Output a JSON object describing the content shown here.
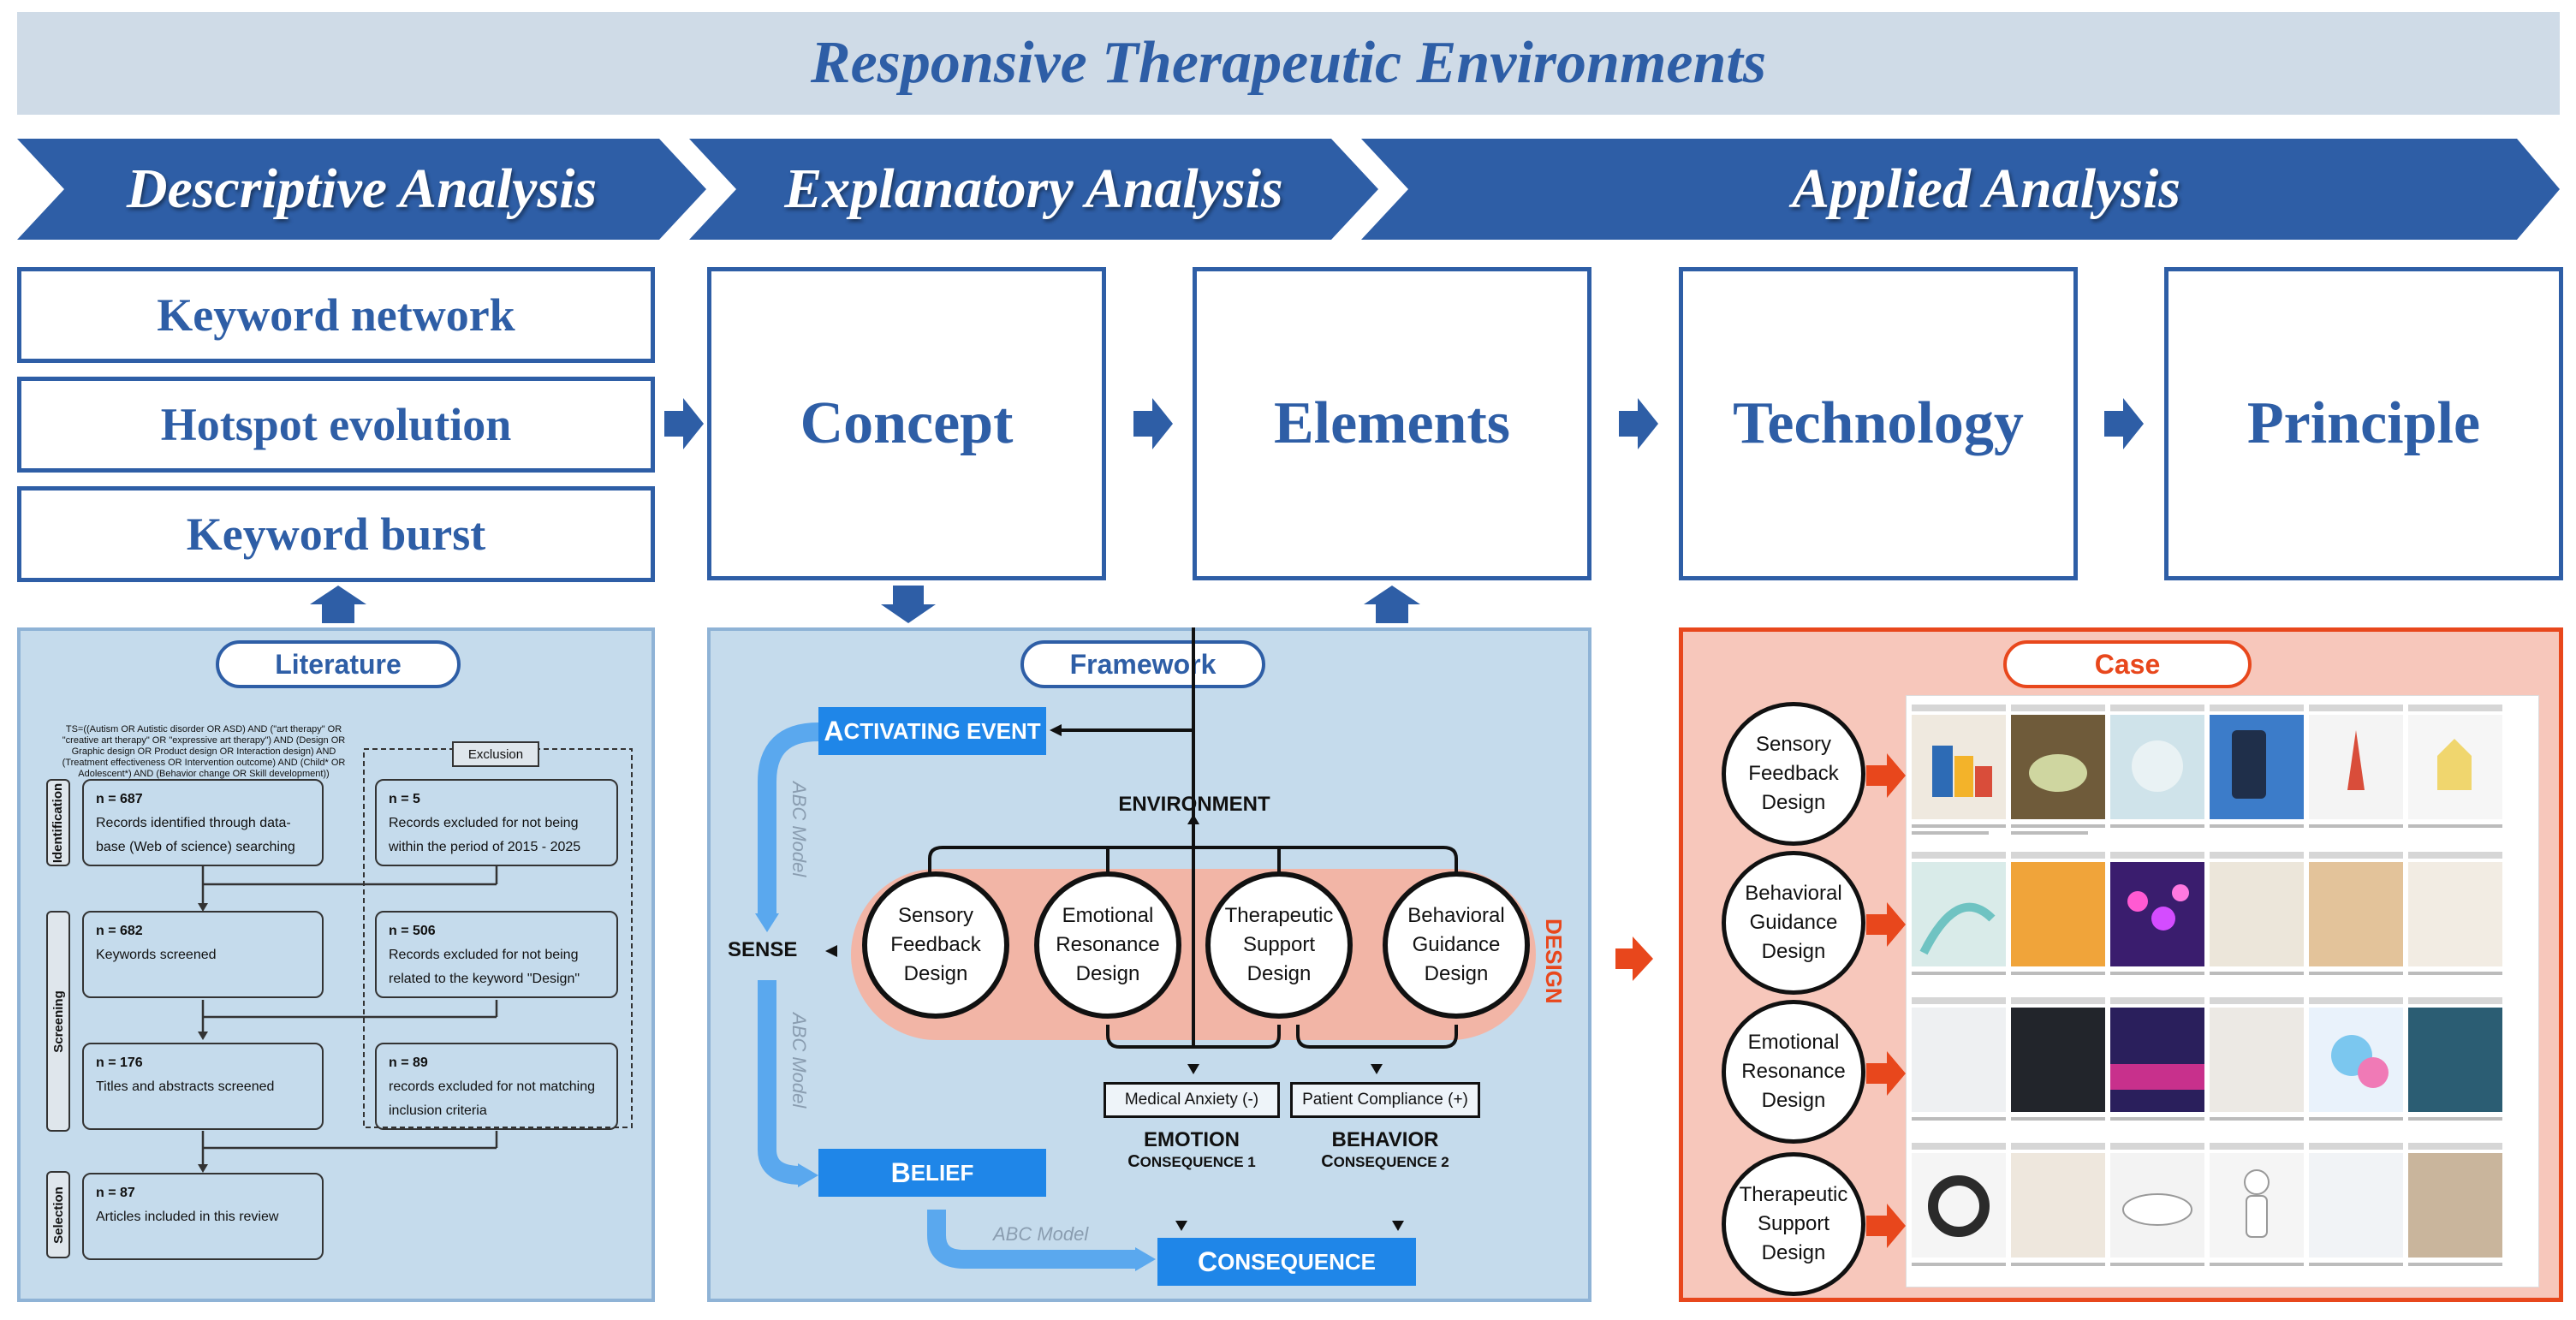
{
  "title": "Responsive Therapeutic Environments",
  "phases": [
    "Descriptive Analysis",
    "Explanatory Analysis",
    "Applied Analysis"
  ],
  "descriptive_boxes": [
    "Keyword network",
    "Hotspot evolution",
    "Keyword burst"
  ],
  "main_boxes": {
    "concept": "Concept",
    "elements": "Elements",
    "technology": "Technology",
    "principle": "Principle"
  },
  "literature": {
    "label": "Literature",
    "query": "TS=((Autism OR Autistic disorder OR ASD) AND (\"art therapy\" OR \"creative art therapy\" OR \"expressive art therapy\") AND (Design OR Graphic design OR Product design OR Interaction design) AND (Treatment effectiveness OR Intervention outcome) AND (Child* OR Adolescent*) AND (Behavior change OR Skill development))",
    "exclusion_label": "Exclusion",
    "stages": [
      "Identification",
      "Screening",
      "Selection"
    ],
    "left_boxes": [
      {
        "n": "n = 687",
        "text": "Records identified through data-base (Web of science) searching"
      },
      {
        "n": "n = 682",
        "text": "Keywords screened"
      },
      {
        "n": "n = 176",
        "text": "Titles and abstracts screened"
      },
      {
        "n": "n = 87",
        "text": "Articles included in this review"
      }
    ],
    "right_boxes": [
      {
        "n": "n = 5",
        "text": "Records excluded for not being within the period of 2015 - 2025"
      },
      {
        "n": "n = 506",
        "text": "Records excluded for not being related to the keyword \"Design\""
      },
      {
        "n": "n = 89",
        "text": "records excluded for not matching inclusion criteria"
      }
    ]
  },
  "framework": {
    "label": "Framework",
    "activating_first": "A",
    "activating_rest": "CTIVATING EVENT",
    "belief_first": "B",
    "belief_rest": "ELIEF",
    "consequence_first": "C",
    "consequence_rest": "ONSEQUENCE",
    "environment": "ENVIRONMENT",
    "sense": "SENSE",
    "design": "DESIGN",
    "abc_model": "ABC Model",
    "circles": [
      [
        "Sensory",
        "Feedback",
        "Design"
      ],
      [
        "Emotional",
        "Resonance",
        "Design"
      ],
      [
        "Therapeutic",
        "Support",
        "Design"
      ],
      [
        "Behavioral",
        "Guidance",
        "Design"
      ]
    ],
    "medical_anxiety": "Medical Anxiety (-)",
    "patient_compliance": "Patient Compliance (+)",
    "emotion": "EMOTION",
    "behavior": "BEHAVIOR",
    "c_letter": "C",
    "consequence1_rest": "ONSEQUENCE 1",
    "consequence2_rest": "ONSEQUENCE 2"
  },
  "case": {
    "label": "Case",
    "circles": [
      [
        "Sensory",
        "Feedback",
        "Design"
      ],
      [
        "Behavioral",
        "Guidance",
        "Design"
      ],
      [
        "Emotional",
        "Resonance",
        "Design"
      ],
      [
        "Therapeutic",
        "Support",
        "Design"
      ]
    ]
  },
  "colors": {
    "primary": "#2e5ea6",
    "title_bg": "#cfdbe7",
    "panel_bg": "#c5dbec",
    "case_bg": "#f7c7bb",
    "orange": "#e8471c",
    "bright_blue": "#1f86e8",
    "salmon": "#f2b5a6"
  }
}
